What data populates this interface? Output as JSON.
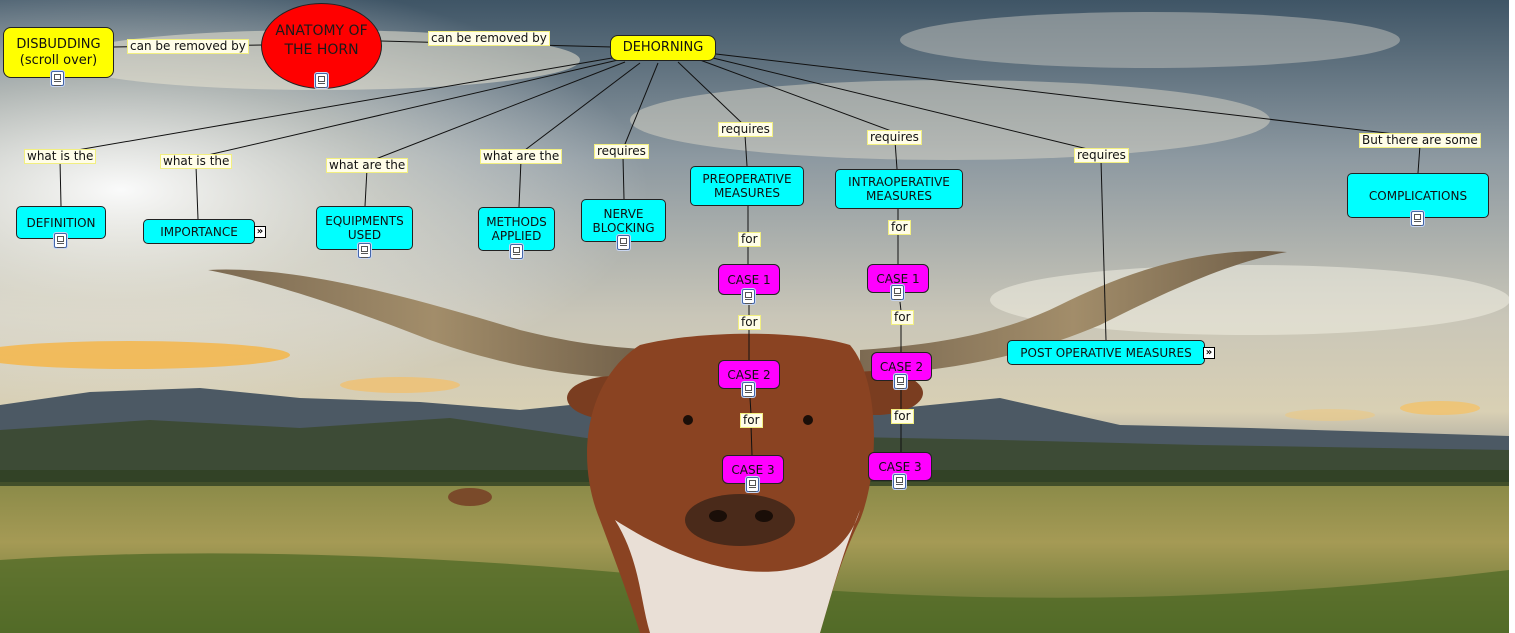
{
  "colors": {
    "yellow": "#ffff00",
    "cyan": "#00ffff",
    "magenta": "#ff00ff",
    "red": "#ff0000"
  },
  "nodes": {
    "disbudding": "DISBUDDING (scroll over)",
    "anatomy": "ANATOMY OF THE HORN",
    "dehorning": "DEHORNING",
    "definition": "DEFINITION",
    "importance": "IMPORTANCE",
    "equipments": "EQUIPMENTS USED",
    "methods": "METHODS APPLIED",
    "nerve": "NERVE BLOCKING",
    "preop": "PREOPERATIVE MEASURES",
    "intraop": "INTRAOPERATIVE MEASURES",
    "postop": "POST OPERATIVE MEASURES",
    "complications": "COMPLICATIONS",
    "pre_case1": "CASE 1",
    "pre_case2": "CASE 2",
    "pre_case3": "CASE 3",
    "intra_case1": "CASE 1",
    "intra_case2": "CASE 2",
    "intra_case3": "CASE 3"
  },
  "links": {
    "disbudding_anatomy": "can be removed by",
    "anatomy_dehorning": "can be removed by",
    "definition": "what is the",
    "importance": "what is the",
    "equipments": "what are the",
    "methods": "what are the",
    "nerve": "requires",
    "preop": "requires",
    "intraop": "requires",
    "postop": "requires",
    "complications": "But there are some",
    "pre_for1": "for",
    "pre_for2": "for",
    "pre_for3": "for",
    "intra_for1": "for",
    "intra_for2": "for",
    "intra_for3": "for"
  },
  "icons": {
    "resource": "document-icon",
    "navigate": "double-chevron-icon"
  }
}
